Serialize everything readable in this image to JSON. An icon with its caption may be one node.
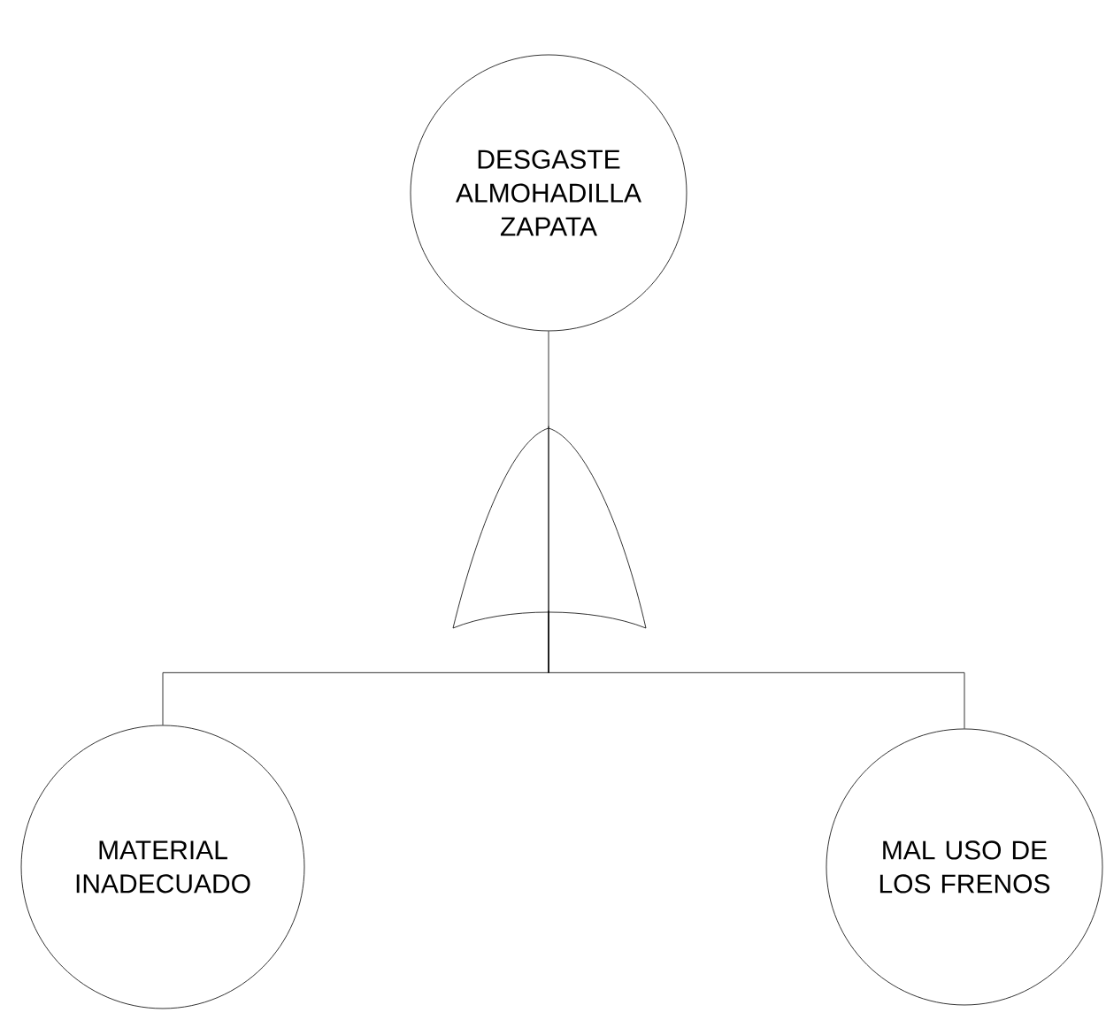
{
  "diagram": {
    "nodes": [
      {
        "text": [
          "DESGASTE ALMOHADILLA ZAPATA"
        ]
      },
      {
        "text": [],
        "shape": "gate"
      },
      {
        "text": [
          "MATERIAL INADECUADO"
        ]
      },
      {
        "text": [
          "MAL USO DE LOS FRENOS"
        ]
      }
    ],
    "edges": [
      {
        "from": 0,
        "to": 1,
        "arrow": "none"
      },
      {
        "from": 1,
        "to": 2,
        "arrow": "none"
      },
      {
        "from": 1,
        "to": 3,
        "arrow": "none"
      }
    ]
  }
}
